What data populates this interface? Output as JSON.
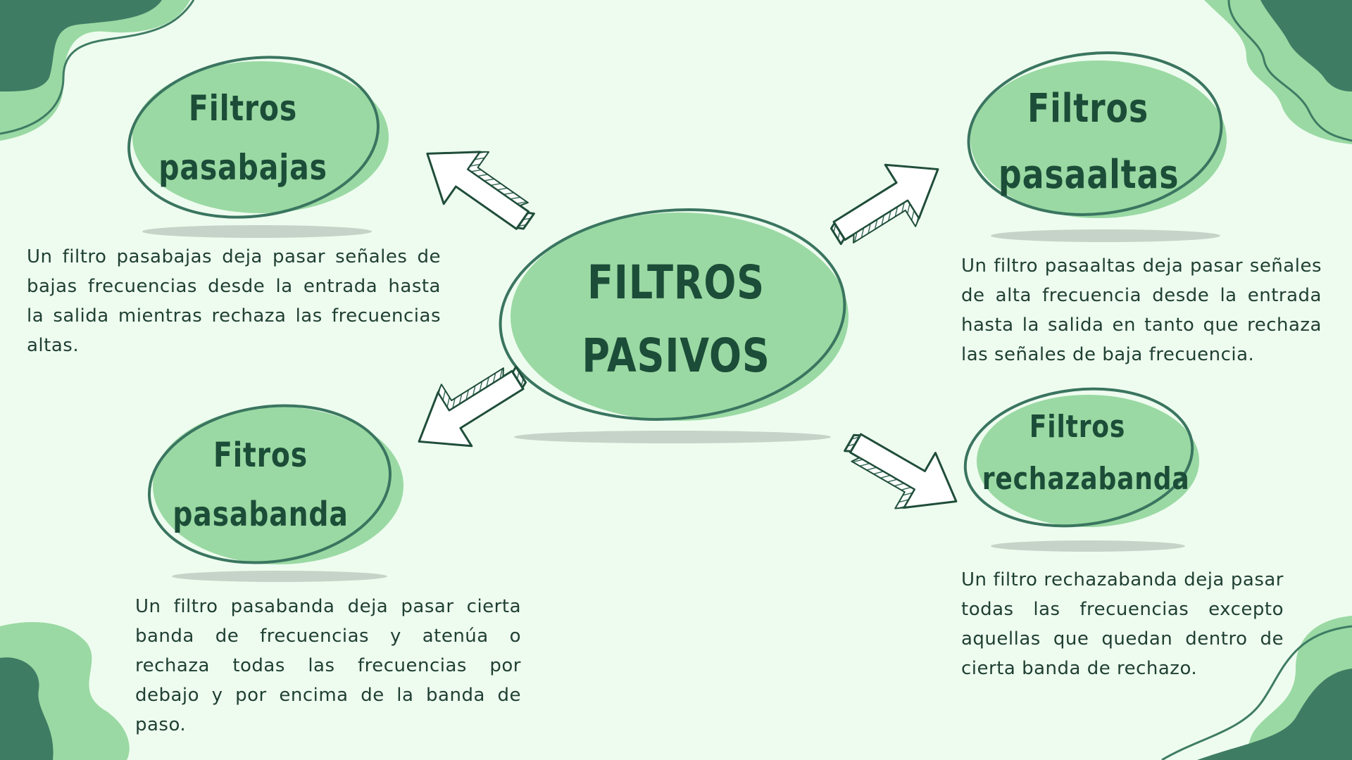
{
  "center": {
    "title_line1": "FILTROS",
    "title_line2": "PASIVOS"
  },
  "nodes": {
    "pasabajas": {
      "title_line1": "Filtros",
      "title_line2": "pasabajas",
      "description": "Un filtro pasabajas deja pasar señales de bajas frecuencias desde la entrada hasta la salida mientras rechaza las frecuencias altas."
    },
    "pasaaltas": {
      "title_line1": "Filtros",
      "title_line2": "pasaaltas",
      "description": "Un filtro pasaaltas deja pasar señales de alta frecuencia desde la entrada hasta la salida en tanto que rechaza las señales de baja frecuencia."
    },
    "pasabanda": {
      "title_line1": "Fitros",
      "title_line2": "pasabanda",
      "description": "Un filtro pasabanda deja pasar cierta banda de frecuencias y atenúa o rechaza todas las frecuencias por debajo y por encima de la banda de paso."
    },
    "rechazabanda": {
      "title_line1": "Filtros",
      "title_line2": "rechazabanda",
      "description": "Un filtro rechazabanda deja pasar todas las frecuencias excepto aquellas que quedan dentro de cierta banda de rechazo."
    }
  },
  "colors": {
    "background": "#eefcef",
    "blob_light": "#9ad9a3",
    "blob_dark": "#3f7c64",
    "outline": "#3a7560",
    "shadow": "#c5d3c8",
    "text": "#1c4d38"
  }
}
